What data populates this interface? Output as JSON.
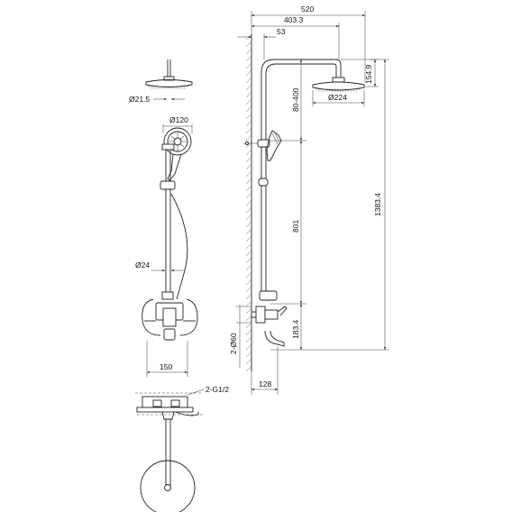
{
  "drawing": {
    "dimensions": {
      "total_width": "520",
      "arm_length": "403.3",
      "wall_offset": "53",
      "head_thickness": "154.9",
      "head_diameter_side": "Ø224",
      "adjust_range": "80-400",
      "total_height": "1383.4",
      "rail_length": "801",
      "spout_height": "183.4",
      "flange_diameter": "2-Ø60",
      "spout_projection": "128",
      "pipe_diameter_top": "Ø21.5",
      "handshower_diameter": "Ø120",
      "riser_diameter": "Ø24",
      "inlet_spacing": "150",
      "inlet_thread": "2-G1/2"
    }
  }
}
